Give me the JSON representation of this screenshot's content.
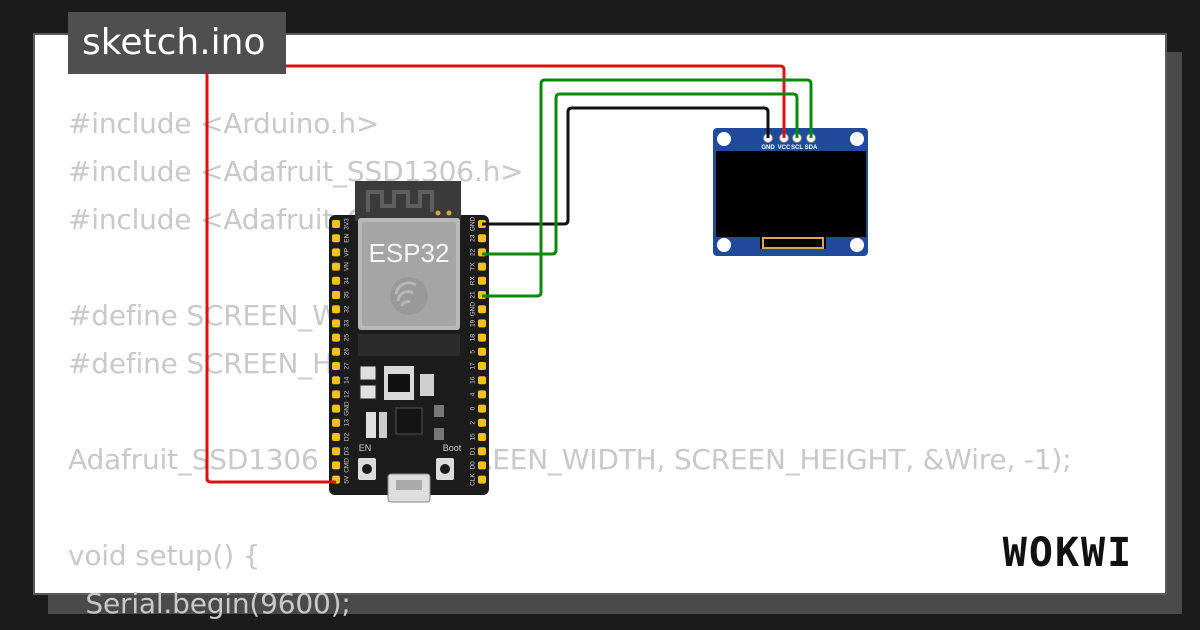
{
  "tab": {
    "filename": "sketch.ino"
  },
  "code_lines": [
    "#include <Arduino.h>",
    "#include <Adafruit_SSD1306.h>",
    "#include <Adafruit_GFX.h>",
    "",
    "#define SCREEN_WIDTH 128",
    "#define SCREEN_HEIGHT 64",
    "",
    "Adafruit_SSD1306 display(SCREEN_WIDTH, SCREEN_HEIGHT, &Wire, -1);",
    "",
    "void setup() {",
    "  Serial.begin(9600);"
  ],
  "board": {
    "chip_label": "ESP32",
    "button_en": "EN",
    "button_boot": "Boot",
    "left_pins": [
      "3V3",
      "EN",
      "VP",
      "VN",
      "34",
      "35",
      "32",
      "33",
      "25",
      "26",
      "27",
      "14",
      "12",
      "GND",
      "13",
      "D2",
      "D3",
      "CMD",
      "5V"
    ],
    "right_pins": [
      "GND",
      "23",
      "22",
      "TX",
      "RX",
      "21",
      "GND",
      "19",
      "18",
      "5",
      "17",
      "16",
      "4",
      "0",
      "2",
      "15",
      "D1",
      "D0",
      "CLK"
    ]
  },
  "oled": {
    "pins": [
      "GND",
      "VCC",
      "SCL",
      "SDA"
    ]
  },
  "wire_colors": {
    "power": "#e01010",
    "ground": "#111111",
    "signal": "#0a8a0a"
  },
  "brand": {
    "logo": "WOKWI"
  }
}
